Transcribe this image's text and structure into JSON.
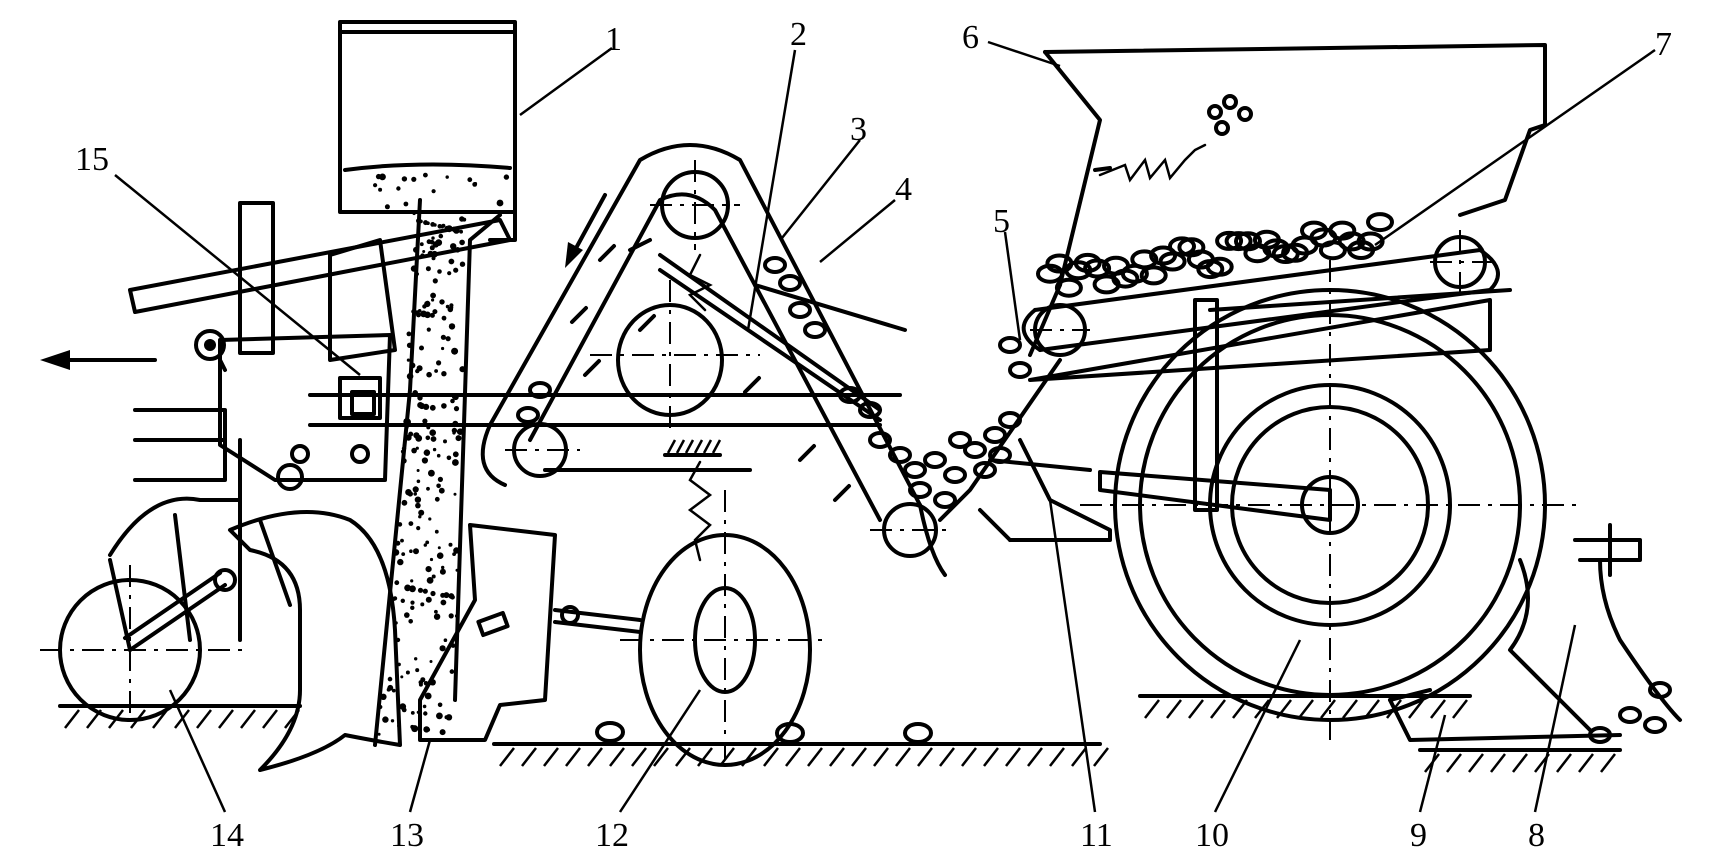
{
  "labels": {
    "l1": "1",
    "l2": "2",
    "l3": "3",
    "l4": "4",
    "l5": "5",
    "l6": "6",
    "l7": "7",
    "l8": "8",
    "l9": "9",
    "l10": "10",
    "l11": "11",
    "l12": "12",
    "l13": "13",
    "l14": "14",
    "l15": "15"
  },
  "colors": {
    "ink": "#000000",
    "paper": "#ffffff"
  },
  "direction_arrow": "travel-direction-left"
}
